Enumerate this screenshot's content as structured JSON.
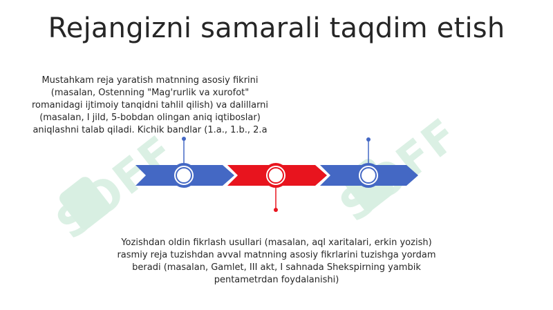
{
  "slide": {
    "title": "Rejangizni samarali taqdim etish",
    "text_top": "Mustahkam reja yaratish matnning asosiy fikrini (masalan, Ostenning \"Mag'rurlik va xurofot\" romanidagi ijtimoiy tanqidni tahlil qilish) va dalillarni (masalan, I jild, 5-bobdan olingan aniq iqtiboslar) aniqlashni talab qiladi.  Kichik bandlar (1.a., 1.b., 2.a",
    "text_bottom": "Yozishdan oldin fikrlash usullari (masalan, aql xaritalari, erkin yozish) rasmiy reja tuzishdan avval matnning asosiy fikrlarini tuzishga yordam beradi (masalan, Gamlet, III akt, I sahnada Shekspirning yambik pentametrdan foydalanishi)",
    "watermark": "SOFF"
  },
  "colors": {
    "blue": "#4468c4",
    "red": "#e8141e",
    "watermark": "#d8efe2",
    "title": "#262626"
  }
}
